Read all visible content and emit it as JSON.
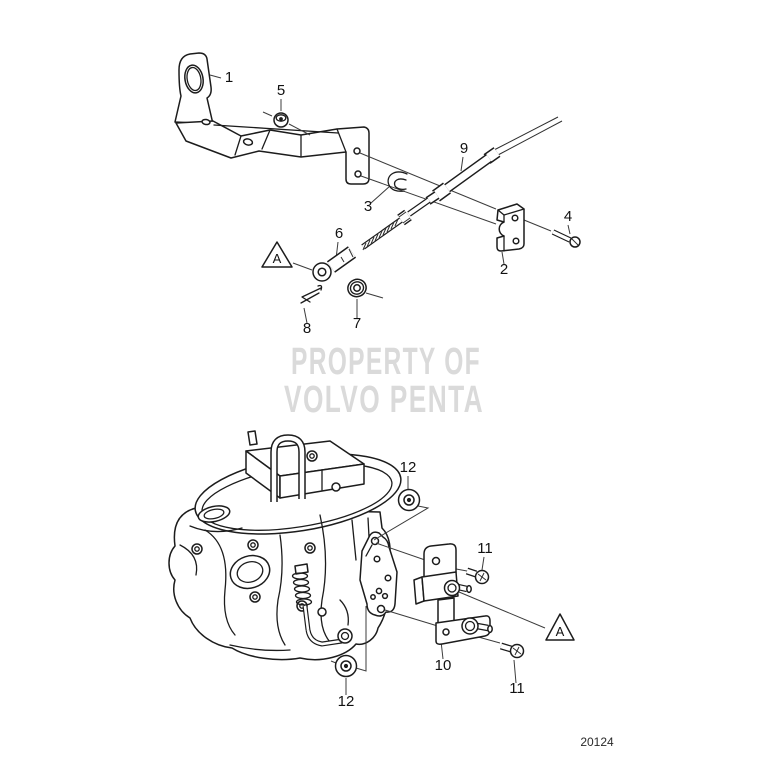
{
  "diagram": {
    "watermark": {
      "line1": "PROPERTY OF",
      "line2": "VOLVO PENTA"
    },
    "drawing_number": "20124",
    "warning_marker": "A",
    "parts": {
      "p1": "1",
      "p2": "2",
      "p3": "3",
      "p4": "4",
      "p5": "5",
      "p6": "6",
      "p7": "7",
      "p8": "8",
      "p9": "9",
      "p10": "10",
      "p11": "11",
      "p12": "12"
    }
  },
  "colors": {
    "background": "#ffffff",
    "line": "#1c1c1c",
    "leader": "#3c3c3c",
    "watermark": "#d6d6d6",
    "label_text": "#111111"
  }
}
